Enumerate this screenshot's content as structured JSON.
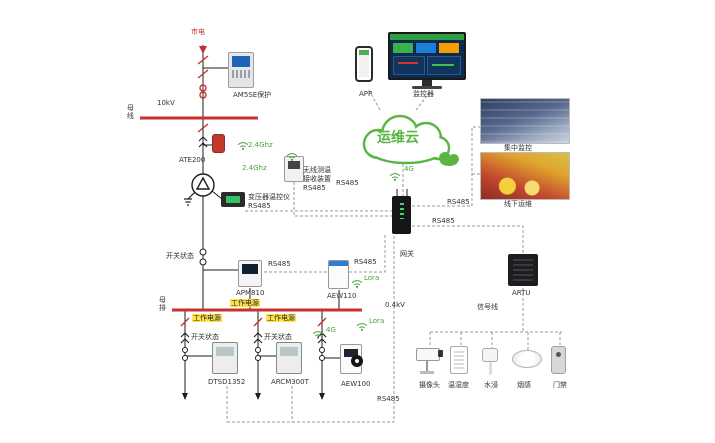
{
  "colors": {
    "bus_red": "#c6322e",
    "wireless_green": "#45a33b",
    "cloud_green": "#5ab545",
    "highlight_yellow": "#ffe34d",
    "gateway_black": "#161616"
  },
  "hv": {
    "mains": "市电",
    "voltage": "10kV",
    "bus": "母线",
    "relay_label": "AM5SE保护"
  },
  "temp_monitor": {
    "sensor": "ATE200",
    "freq_a": "2.4Ghz",
    "freq_b": "2.4Ghz",
    "receiver_l1": "无线测温",
    "receiver_l2": "接收装置",
    "receiver_l3": "RS485",
    "rs485": "RS485"
  },
  "transformer_ctrl": {
    "l1": "变压器温控仪",
    "l2": "RS485"
  },
  "gateway": {
    "label": "网关",
    "uplink": "4G"
  },
  "cloud": {
    "label": "运维云"
  },
  "platform": {
    "app": "APP",
    "monitor": "监控器"
  },
  "remote": {
    "rs485_a": "RS485",
    "rs485_b": "RS485",
    "photo_monitor": "集中监控",
    "photo_ops": "线下运维",
    "artu": "ARTU",
    "signal": "信号线"
  },
  "lv": {
    "bus": "母排",
    "voltage": "0.4kV",
    "switch_state": "开关状态",
    "meter": "APM810",
    "meter_rs485": "RS485",
    "power": "工作电源",
    "aew": "AEW110",
    "aew_rs485": "RS485",
    "aew_lora": "Lora"
  },
  "feeders": {
    "power_1": "工作电源",
    "power_2": "工作电源",
    "switch_1": "开关状态",
    "switch_2": "开关状态",
    "meter_1": "DTSD1352",
    "meter_2": "ARCM300T",
    "meter_3": "AEW100",
    "net_4g": "4G",
    "net_lora": "Lora",
    "rs485": "RS485"
  },
  "sensors": {
    "camera": "摄像头",
    "temp_hum": "温湿度",
    "water": "水浸",
    "smoke": "烟感",
    "door": "门禁"
  }
}
